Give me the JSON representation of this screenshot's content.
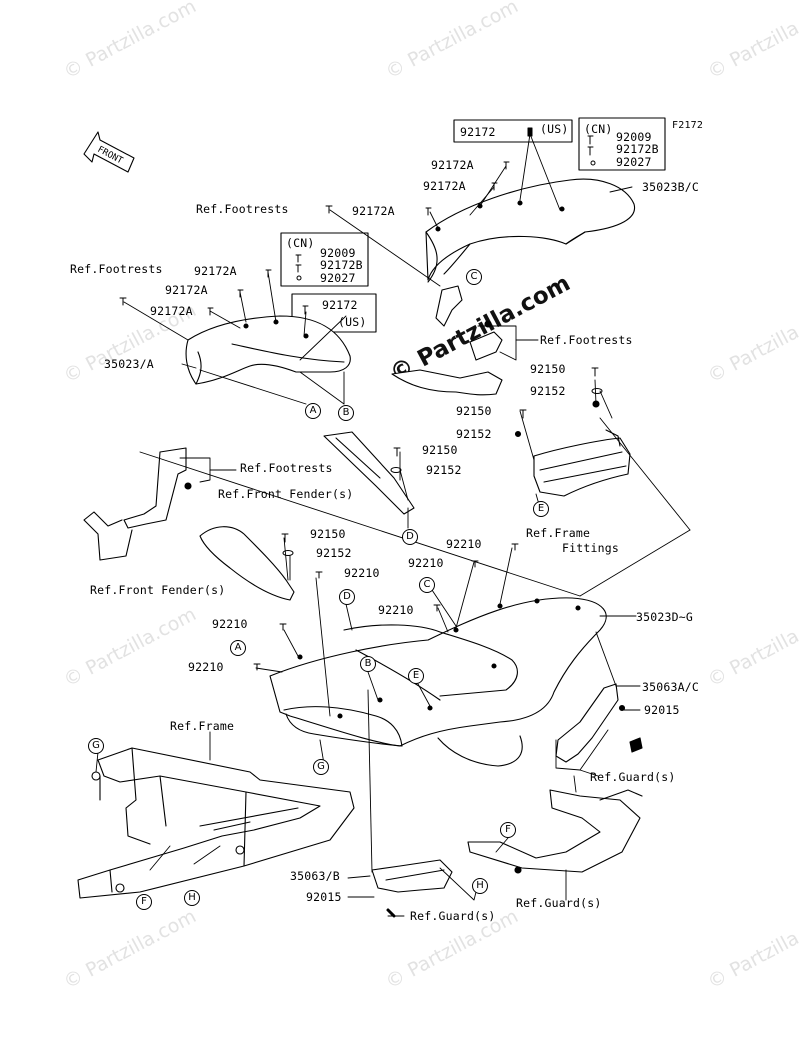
{
  "diagram": {
    "figure_code": "F2172",
    "front_label": "FRONT",
    "watermark": "© Partzilla.com",
    "center_watermark": "© Partzilla.com",
    "region_cn": "(CN)",
    "region_us": "(US)"
  },
  "labels": {
    "p92172_us_top": "92172",
    "p92009_top": "92009",
    "p92172b_top": "92172B",
    "p92027_top": "92027",
    "p92172a_1": "92172A",
    "p92172a_2": "92172A",
    "p92172a_3": "92172A",
    "p35023bc": "35023B/C",
    "ref_footrests_1": "Ref.Footrests",
    "ref_footrests_2": "Ref.Footrests",
    "ref_footrests_3": "Ref.Footrests",
    "ref_footrests_4": "Ref.Footrests",
    "p92009_left": "92009",
    "p92172b_left": "92172B",
    "p92027_left": "92027",
    "p92172a_4": "92172A",
    "p92172a_5": "92172A",
    "p92172a_6": "92172A",
    "p92172_us_left": "92172",
    "p35023a": "35023/A",
    "p92150_1": "92150",
    "p92152_1": "92152",
    "p92150_2": "92150",
    "p92152_2": "92152",
    "p92150_3": "92150",
    "p92152_3": "92152",
    "p92150_4": "92150",
    "p92152_4": "92152",
    "ref_front_fender_1": "Ref.Front Fender(s)",
    "ref_front_fender_2": "Ref.Front Fender(s)",
    "ref_frame_fittings_1": "Ref.Frame",
    "ref_frame_fittings_2": "Fittings",
    "p92210_1": "92210",
    "p92210_2": "92210",
    "p92210_3": "92210",
    "p92210_4": "92210",
    "p92210_5": "92210",
    "p92210_6": "92210",
    "p35023dg": "35023D~G",
    "p35063ac": "35063A/C",
    "p92015_1": "92015",
    "ref_guard_1": "Ref.Guard(s)",
    "ref_frame": "Ref.Frame",
    "p35063b": "35063/B",
    "p92015_2": "92015",
    "ref_guard_2": "Ref.Guard(s)",
    "ref_guard_3": "Ref.Guard(s)"
  },
  "callouts": {
    "a1": "A",
    "a2": "A",
    "b1": "B",
    "b2": "B",
    "c1": "C",
    "c2": "C",
    "d1": "D",
    "d2": "D",
    "e1": "E",
    "e2": "E",
    "f1": "F",
    "f2": "F",
    "g1": "G",
    "g2": "G",
    "h1": "H",
    "h2": "H"
  }
}
